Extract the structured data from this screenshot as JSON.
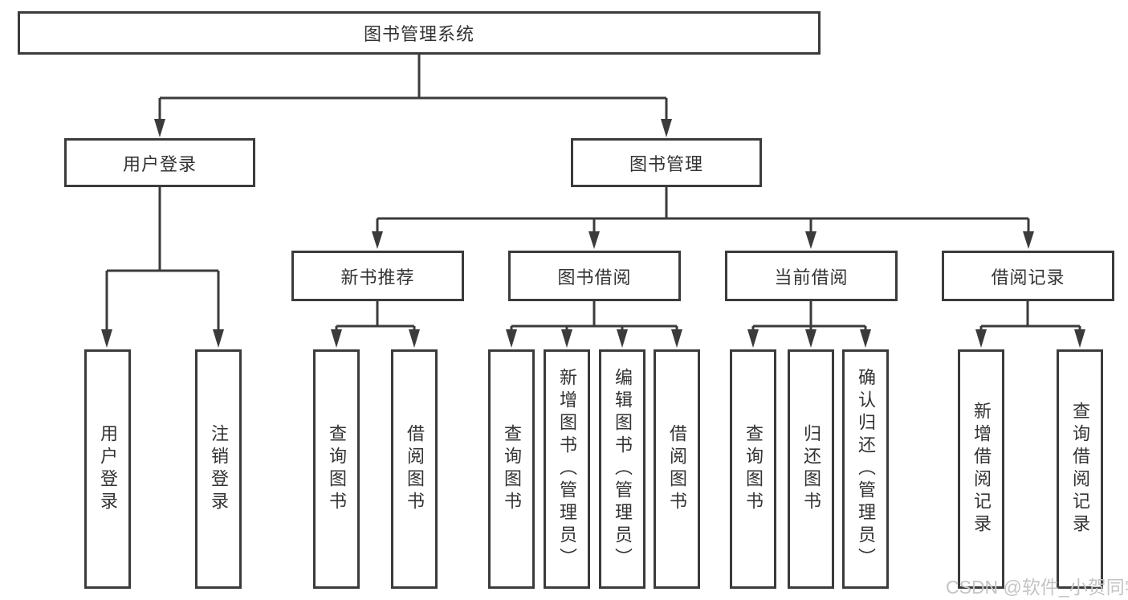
{
  "diagram": {
    "title": "图书管理系统",
    "root": {
      "label": "图书管理系统"
    },
    "level1": [
      {
        "label": "用户登录"
      },
      {
        "label": "图书管理"
      }
    ],
    "level2": [
      {
        "label": "新书推荐"
      },
      {
        "label": "图书借阅"
      },
      {
        "label": "当前借阅"
      },
      {
        "label": "借阅记录"
      }
    ],
    "leaves": {
      "user_login": [
        "用户登录",
        "注销登录"
      ],
      "new_books": [
        "查询图书",
        "借阅图书"
      ],
      "book_borrow": [
        "查询图书",
        "新增图书（管理员）",
        "编辑图书（管理员）",
        "借阅图书"
      ],
      "current_borrow": [
        "查询图书",
        "归还图书",
        "确认归还（管理员）"
      ],
      "borrow_records": [
        "新增借阅记录",
        "查询借阅记录"
      ]
    }
  },
  "watermark": {
    "text": "CSDN @软件_小贺同学"
  },
  "colors": {
    "line": "#3b3b3b",
    "text": "#333333",
    "background": "#ffffff",
    "watermark": "#c4c4c4"
  }
}
